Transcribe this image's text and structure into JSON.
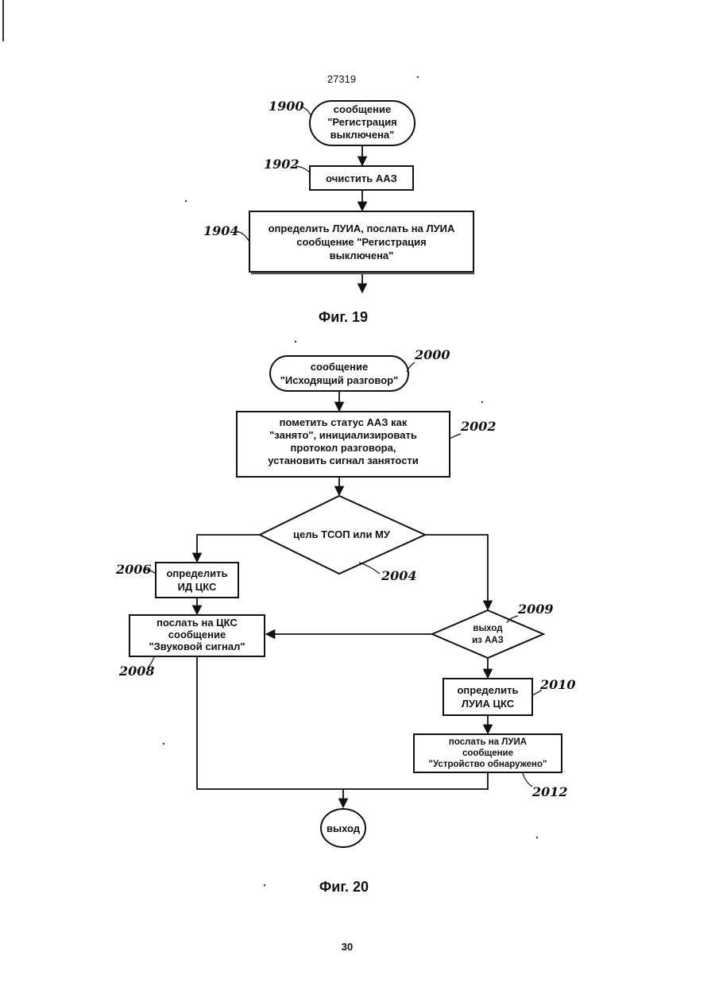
{
  "page": {
    "doc_number": "27319",
    "page_number": "30"
  },
  "fig19": {
    "caption": "Фиг. 19",
    "start": {
      "ref": "1900",
      "lines": [
        "сообщение",
        "\"Регистрация",
        "выключена\""
      ]
    },
    "step1902": {
      "ref": "1902",
      "lines": [
        "очистить ААЗ"
      ]
    },
    "step1904": {
      "ref": "1904",
      "lines": [
        "определить ЛУИА, послать на ЛУИА",
        "сообщение \"Регистрация",
        "выключена\""
      ]
    }
  },
  "fig20": {
    "caption": "Фиг. 20",
    "start": {
      "ref": "2000",
      "lines": [
        "сообщение",
        "\"Исходящий разговор\""
      ]
    },
    "step2002": {
      "ref": "2002",
      "lines": [
        "пометить статус ААЗ как",
        "\"занято\", инициализировать",
        "протокол разговора,",
        "установить сигнал занятости"
      ]
    },
    "decision2004": {
      "ref": "2004",
      "lines": [
        "цель ТСОП или МУ"
      ]
    },
    "step2006": {
      "ref": "2006",
      "lines": [
        "определить",
        "ИД ЦКС"
      ]
    },
    "step2008": {
      "ref": "2008",
      "lines": [
        "послать на ЦКС",
        "сообщение",
        "\"Звуковой сигнал\""
      ]
    },
    "decision2009": {
      "ref": "2009",
      "lines": [
        "выход",
        "из ААЗ"
      ]
    },
    "step2010": {
      "ref": "2010",
      "lines": [
        "определить",
        "ЛУИА ЦКС"
      ]
    },
    "step2012": {
      "ref": "2012",
      "lines": [
        "послать на ЛУИА",
        "сообщение",
        "\"Устройство обнаружено\""
      ]
    },
    "end": {
      "lines": [
        "выход"
      ]
    }
  }
}
